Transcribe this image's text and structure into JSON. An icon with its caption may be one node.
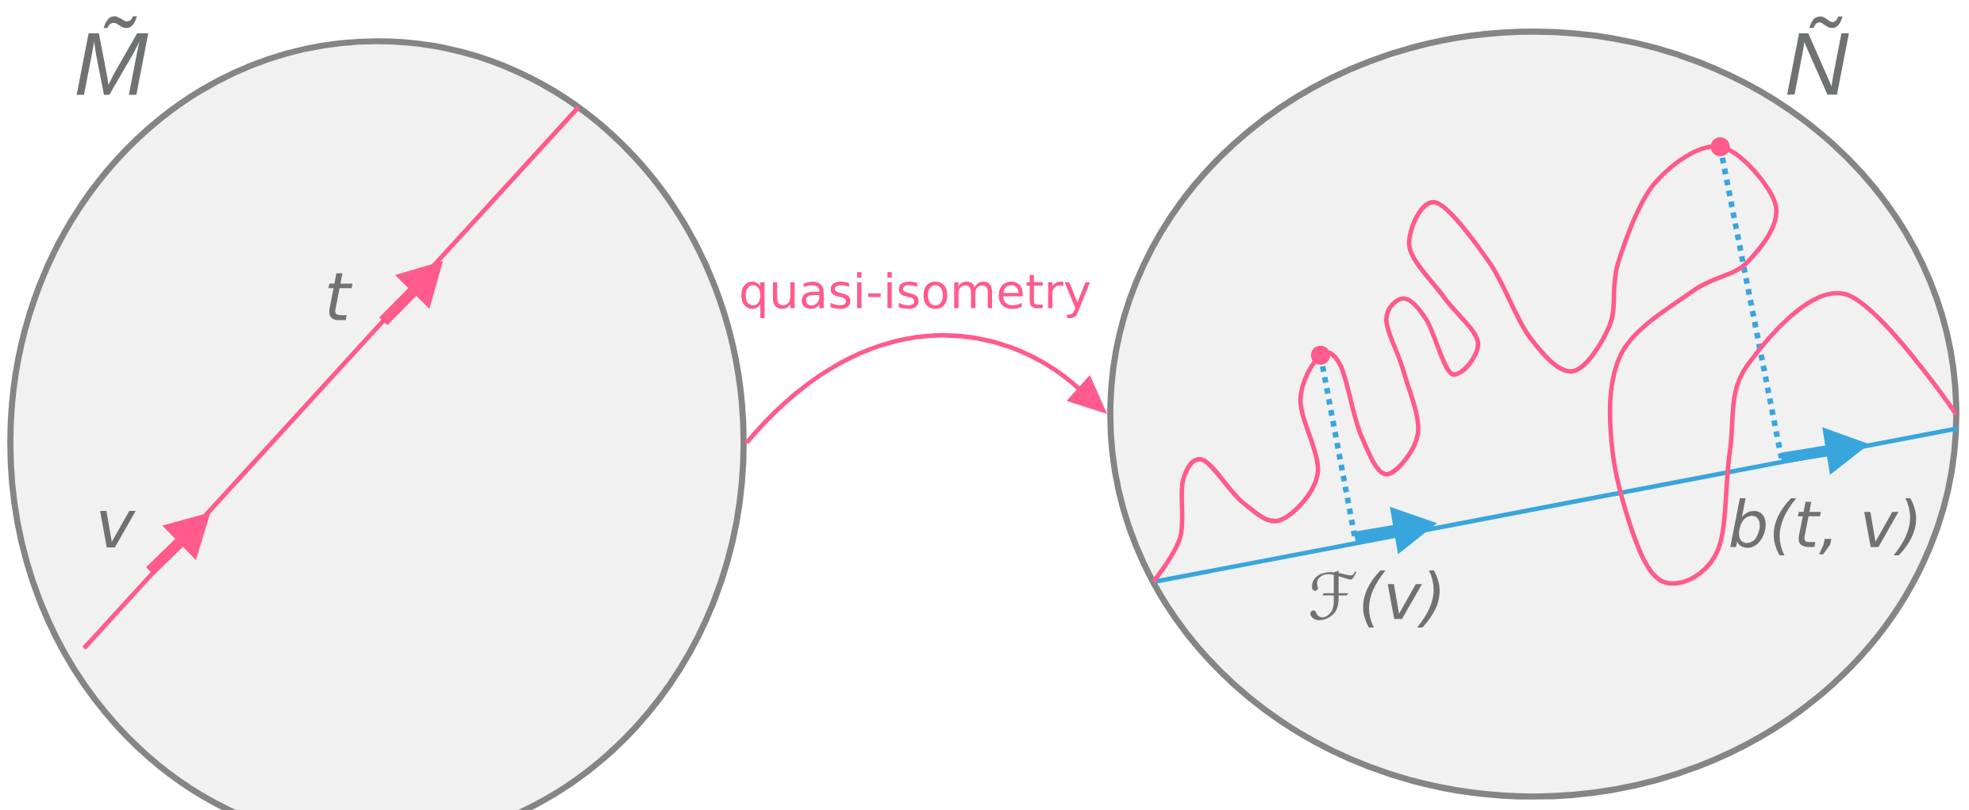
{
  "diagram": {
    "nodes": [
      {
        "text": [
          "M̃"
        ]
      },
      {
        "text": [
          "Ñ"
        ]
      }
    ],
    "edges": [
      {
        "from": 0,
        "to": 1,
        "arrow": "to",
        "label": "quasi-isometry"
      }
    ],
    "labels": [
      "t",
      "v",
      "b(t, v)",
      "ℱ(v)"
    ]
  }
}
